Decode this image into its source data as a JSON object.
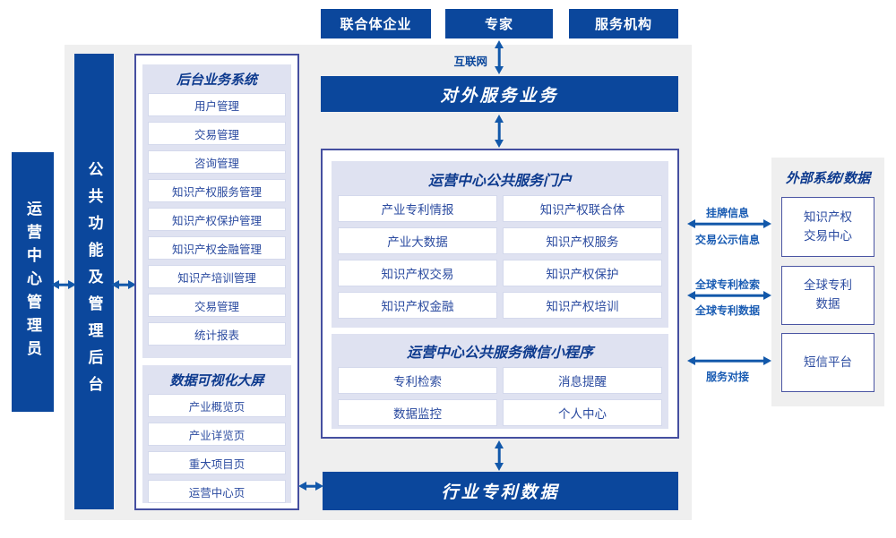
{
  "colors": {
    "primary_blue": "#0b479c",
    "arrow_blue": "#1258aa",
    "panel_lavender": "#dfe2f1",
    "border_indigo": "#454fa0",
    "title_navy": "#0d3a8e",
    "item_text_blue": "#2b4ba0",
    "background_gray": "#efefef",
    "link_label_blue": "#1a5cb3"
  },
  "actors": {
    "items": [
      "联合体企业",
      "专家",
      "服务机构"
    ]
  },
  "internet": {
    "label": "互联网"
  },
  "external_service": {
    "label": "对外服务业务"
  },
  "admin": {
    "label": "运营中心管理员"
  },
  "backend_console": {
    "label": "公共功能及管理后台"
  },
  "backend_system": {
    "title": "后台业务系统",
    "items": [
      "用户管理",
      "交易管理",
      "咨询管理",
      "知识产权服务管理",
      "知识产权保护管理",
      "知识产权金融管理",
      "知识产培训管理",
      "交易管理",
      "统计报表"
    ]
  },
  "data_screen": {
    "title": "数据可视化大屏",
    "items": [
      "产业概览页",
      "产业详览页",
      "重大项目页",
      "运营中心页"
    ]
  },
  "portal": {
    "title": "运营中心公共服务门户",
    "items": [
      "产业专利情报",
      "知识产权联合体",
      "产业大数据",
      "知识产权服务",
      "知识产权交易",
      "知识产权保护",
      "知识产权金融",
      "知识产权培训"
    ]
  },
  "miniprogram": {
    "title": "运营中心公共服务微信小程序",
    "items": [
      "专利检索",
      "消息提醒",
      "数据监控",
      "个人中心"
    ]
  },
  "industry_data": {
    "label": "行业专利数据"
  },
  "external_systems": {
    "title": "外部系统/数据",
    "items": [
      "知识产权\n交易中心",
      "全球专利\n数据",
      "短信平台"
    ]
  },
  "links": {
    "listing_info": "挂牌信息",
    "trade_publicity": "交易公示信息",
    "global_patent_search": "全球专利检索",
    "global_patent_data": "全球专利数据",
    "service_integration": "服务对接"
  }
}
